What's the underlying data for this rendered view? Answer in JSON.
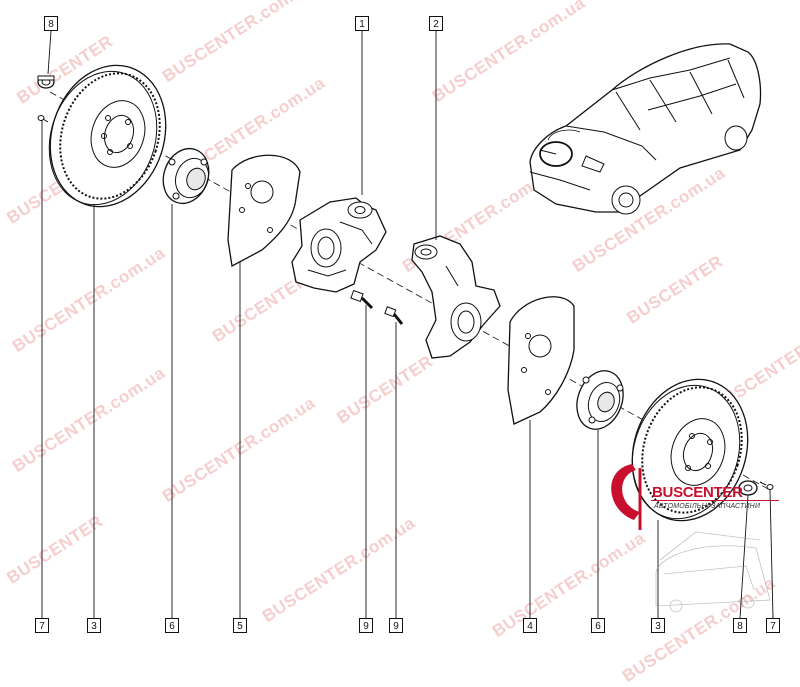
{
  "callouts": {
    "top_1": "1",
    "top_2": "2",
    "top_8": "8",
    "b_7_left": "7",
    "b_3_left": "3",
    "b_6_left": "6",
    "b_5": "5",
    "b_9_a": "9",
    "b_9_b": "9",
    "b_4": "4",
    "b_6_right": "6",
    "b_3_right": "3",
    "b_8_right": "8",
    "b_7_right": "7"
  },
  "watermark": {
    "brand": "BUSCENTER",
    "domain": "BUSCENTER.com.ua"
  },
  "logo": {
    "name": "BUSCENTER",
    "tagline": "АВТОМОБІЛЬНІ ЗАПЧАСТИНИ"
  },
  "colors": {
    "line": "#111111",
    "watermark": "#dc3c3c",
    "logo_red": "#c8102e"
  }
}
